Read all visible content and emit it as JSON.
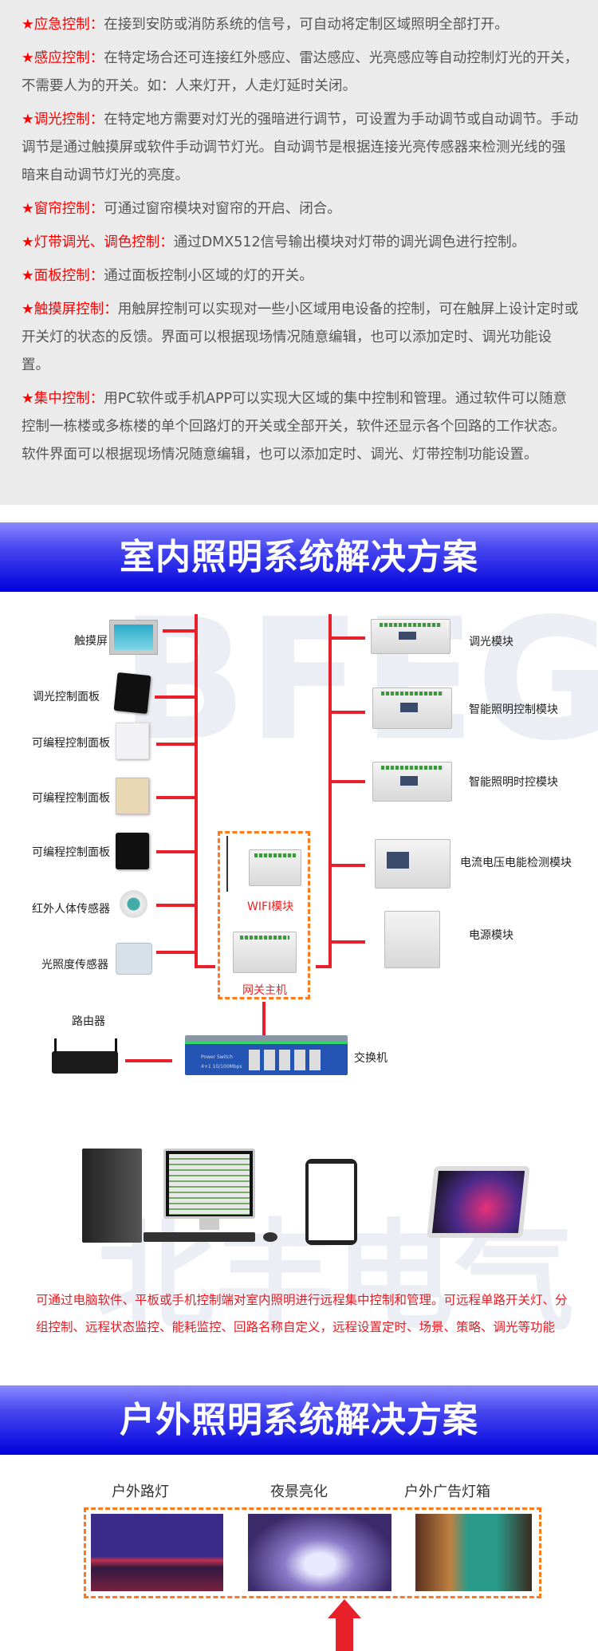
{
  "features": [
    {
      "title": "★应急控制：",
      "body": "在接到安防或消防系统的信号，可自动将定制区域照明全部打开。"
    },
    {
      "title": "★感应控制：",
      "body": "在特定场合还可连接红外感应、雷达感应、光亮感应等自动控制灯光的开关，不需要人为的开关。如：人来灯开，人走灯延时关闭。"
    },
    {
      "title": "★调光控制：",
      "body": "在特定地方需要对灯光的强暗进行调节，可设置为手动调节或自动调节。手动调节是通过触摸屏或软件手动调节灯光。自动调节是根据连接光亮传感器来检测光线的强暗来自动调节灯光的亮度。"
    },
    {
      "title": "★窗帘控制：",
      "body": "可通过窗帘模块对窗帘的开启、闭合。"
    },
    {
      "title": "★灯带调光、调色控制：",
      "body": "通过DMX512信号输出模块对灯带的调光调色进行控制。"
    },
    {
      "title": "★面板控制：",
      "body": "通过面板控制小区域的灯的开关。"
    },
    {
      "title": "★触摸屏控制：",
      "body": "用触屏控制可以实现对一些小区域用电设备的控制，可在触屏上设计定时或开关灯的状态的反馈。界面可以根据现场情况随意编辑，也可以添加定时、调光功能设置。"
    },
    {
      "title": "★集中控制：",
      "body": "用PC软件或手机APP可以实现大区域的集中控制和管理。通过软件可以随意控制一栋楼或多栋楼的单个回路灯的开关或全部开关，软件还显示各个回路的工作状态。软件界面可以根据现场情况随意编辑，也可以添加定时、调光、灯带控制功能设置。"
    }
  ],
  "indoor": {
    "title": "室内照明系统解决方案",
    "left_items": [
      "触摸屏",
      "调光控制面板",
      "可编程控制面板",
      "可编程控制面板",
      "可编程控制面板",
      "红外人体传感器",
      "光照度传感器"
    ],
    "right_items": [
      "调光模块",
      "智能照明控制模块",
      "智能照明时控模块",
      "电流电压电能检测模块",
      "电源模块"
    ],
    "wifi_label": "WIFI模块",
    "gateway_label": "网关主机",
    "router_label": "路由器",
    "switch_label": "交换机",
    "switch_text": "Power Switch",
    "switch_spec": "4+1 10/100Mbps",
    "description": "可通过电脑软件、平板或手机控制端对室内照明进行远程集中控制和管理。可远程单路开关灯、分组控制、远程状态监控、能耗监控、回路名称自定义，远程设置定时、场景、策略、调光等功能"
  },
  "outdoor": {
    "title": "户外照明系统解决方案",
    "categories": [
      "户外路灯",
      "夜景亮化",
      "户外广告灯箱"
    ]
  },
  "watermark": "BFEG 北丰电气",
  "colors": {
    "accent": "#ff0000",
    "bus": "#e8202a",
    "dash": "#ff7a1a",
    "banner": "#0000dd"
  }
}
